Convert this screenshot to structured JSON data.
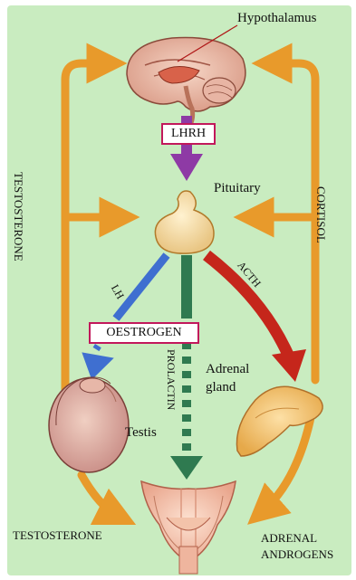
{
  "labels": {
    "hypothalamus": "Hypothalamus",
    "lhrh": "LHRH",
    "pituitary": "Pituitary",
    "testosterone_side": "TESTOSTERONE",
    "cortisol_side": "CORTISOL",
    "lh": "LH",
    "acth": "ACTH",
    "oestrogen": "OESTROGEN",
    "prolactin": "PROLACTIN",
    "adrenal_gland": "Adrenal\ngland",
    "testis": "Testis",
    "testosterone_bottom": "TESTOSTERONE",
    "adrenal_androgens": "ADRENAL\nANDROGENS"
  },
  "colors": {
    "panel": "#c9ecc0",
    "orange_arrow": "#e89a2b",
    "purple_arrow": "#8e3aa5",
    "blue_arrow": "#3f6fd0",
    "green_arrow": "#2f7a50",
    "red_arrow": "#c5261b",
    "box_border": "#c2185b"
  }
}
